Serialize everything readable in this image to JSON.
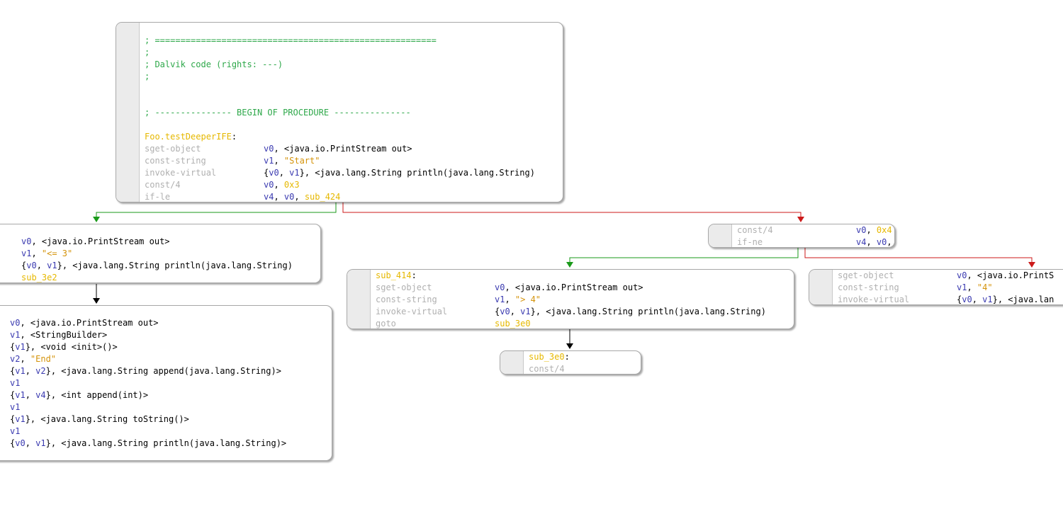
{
  "blocks": {
    "entry": {
      "comment_sep": "; =======================================================",
      "comment_blank1": ";",
      "comment_title": "; Dalvik code (rights: ---)",
      "comment_blank2": ";",
      "comment_begin": "; --------------- BEGIN OF PROCEDURE ---------------",
      "label": "Foo.testDeeperIFE",
      "label_colon": ":",
      "rows": [
        {
          "mnem": "sget-object",
          "ops": [
            {
              "t": "v0",
              "c": "reg"
            },
            {
              "t": ", <java.io.PrintStream out>",
              "c": "plain"
            }
          ]
        },
        {
          "mnem": "const-string",
          "ops": [
            {
              "t": "v1",
              "c": "reg"
            },
            {
              "t": ", ",
              "c": "plain"
            },
            {
              "t": "\"Start\"",
              "c": "str"
            }
          ]
        },
        {
          "mnem": "invoke-virtual",
          "ops": [
            {
              "t": "{",
              "c": "plain"
            },
            {
              "t": "v0",
              "c": "reg"
            },
            {
              "t": ", ",
              "c": "plain"
            },
            {
              "t": "v1",
              "c": "reg"
            },
            {
              "t": "}, <java.lang.String println(java.lang.String)",
              "c": "plain"
            }
          ]
        },
        {
          "mnem": "const/4",
          "ops": [
            {
              "t": "v0",
              "c": "reg"
            },
            {
              "t": ", ",
              "c": "plain"
            },
            {
              "t": "0x3",
              "c": "num"
            }
          ]
        },
        {
          "mnem": "if-le",
          "ops": [
            {
              "t": "v4",
              "c": "reg"
            },
            {
              "t": ", ",
              "c": "plain"
            },
            {
              "t": "v0",
              "c": "reg"
            },
            {
              "t": ", ",
              "c": "plain"
            },
            {
              "t": "sub_424",
              "c": "num"
            }
          ]
        }
      ]
    },
    "left_mid": {
      "rows": [
        [
          {
            "t": "v0",
            "c": "reg"
          },
          {
            "t": ", <java.io.PrintStream out>",
            "c": "plain"
          }
        ],
        [
          {
            "t": "v1",
            "c": "reg"
          },
          {
            "t": ", ",
            "c": "plain"
          },
          {
            "t": "\"<= 3\"",
            "c": "str"
          }
        ],
        [
          {
            "t": "{",
            "c": "plain"
          },
          {
            "t": "v0",
            "c": "reg"
          },
          {
            "t": ", ",
            "c": "plain"
          },
          {
            "t": "v1",
            "c": "reg"
          },
          {
            "t": "}, <java.lang.String println(java.lang.String)",
            "c": "plain"
          }
        ],
        [
          {
            "t": "sub_3e2",
            "c": "num"
          }
        ]
      ]
    },
    "left_bottom": {
      "rows": [
        [
          {
            "t": "v0",
            "c": "reg"
          },
          {
            "t": ", <java.io.PrintStream out>",
            "c": "plain"
          }
        ],
        [
          {
            "t": "v1",
            "c": "reg"
          },
          {
            "t": ", <StringBuilder>",
            "c": "plain"
          }
        ],
        [
          {
            "t": "{",
            "c": "plain"
          },
          {
            "t": "v1",
            "c": "reg"
          },
          {
            "t": "}, <void <init>()>",
            "c": "plain"
          }
        ],
        [
          {
            "t": "v2",
            "c": "reg"
          },
          {
            "t": ", ",
            "c": "plain"
          },
          {
            "t": "\"End\"",
            "c": "str"
          }
        ],
        [
          {
            "t": "{",
            "c": "plain"
          },
          {
            "t": "v1",
            "c": "reg"
          },
          {
            "t": ", ",
            "c": "plain"
          },
          {
            "t": "v2",
            "c": "reg"
          },
          {
            "t": "}, <java.lang.String append(java.lang.String)>",
            "c": "plain"
          }
        ],
        [
          {
            "t": "v1",
            "c": "reg"
          }
        ],
        [
          {
            "t": "{",
            "c": "plain"
          },
          {
            "t": "v1",
            "c": "reg"
          },
          {
            "t": ", ",
            "c": "plain"
          },
          {
            "t": "v4",
            "c": "reg"
          },
          {
            "t": "}, <int append(int)>",
            "c": "plain"
          }
        ],
        [
          {
            "t": "v1",
            "c": "reg"
          }
        ],
        [
          {
            "t": "{",
            "c": "plain"
          },
          {
            "t": "v1",
            "c": "reg"
          },
          {
            "t": "}, <java.lang.String toString()>",
            "c": "plain"
          }
        ],
        [
          {
            "t": "v1",
            "c": "reg"
          }
        ],
        [
          {
            "t": "{",
            "c": "plain"
          },
          {
            "t": "v0",
            "c": "reg"
          },
          {
            "t": ", ",
            "c": "plain"
          },
          {
            "t": "v1",
            "c": "reg"
          },
          {
            "t": "}, <java.lang.String println(java.lang.String)>",
            "c": "plain"
          }
        ]
      ]
    },
    "right_small": {
      "rows": [
        {
          "mnem": "const/4",
          "ops": [
            {
              "t": "v0",
              "c": "reg"
            },
            {
              "t": ", ",
              "c": "plain"
            },
            {
              "t": "0x4",
              "c": "num"
            }
          ]
        },
        {
          "mnem": "if-ne",
          "ops": [
            {
              "t": "v4",
              "c": "reg"
            },
            {
              "t": ", ",
              "c": "plain"
            },
            {
              "t": "v0",
              "c": "reg"
            },
            {
              "t": ",",
              "c": "plain"
            }
          ]
        }
      ]
    },
    "sub_414": {
      "label": "sub_414",
      "label_colon": ":",
      "rows": [
        {
          "mnem": "sget-object",
          "ops": [
            {
              "t": "v0",
              "c": "reg"
            },
            {
              "t": ", <java.io.PrintStream out>",
              "c": "plain"
            }
          ]
        },
        {
          "mnem": "const-string",
          "ops": [
            {
              "t": "v1",
              "c": "reg"
            },
            {
              "t": ", ",
              "c": "plain"
            },
            {
              "t": "\"> 4\"",
              "c": "str"
            }
          ]
        },
        {
          "mnem": "invoke-virtual",
          "ops": [
            {
              "t": "{",
              "c": "plain"
            },
            {
              "t": "v0",
              "c": "reg"
            },
            {
              "t": ", ",
              "c": "plain"
            },
            {
              "t": "v1",
              "c": "reg"
            },
            {
              "t": "}, <java.lang.String println(java.lang.String)",
              "c": "plain"
            }
          ]
        },
        {
          "mnem": "goto",
          "ops": [
            {
              "t": "sub_3e0",
              "c": "num"
            }
          ]
        }
      ]
    },
    "far_right": {
      "rows": [
        {
          "mnem": "sget-object",
          "ops": [
            {
              "t": "v0",
              "c": "reg"
            },
            {
              "t": ", <java.io.PrintS",
              "c": "plain"
            }
          ]
        },
        {
          "mnem": "const-string",
          "ops": [
            {
              "t": "v1",
              "c": "reg"
            },
            {
              "t": ", ",
              "c": "plain"
            },
            {
              "t": "\"4\"",
              "c": "str"
            }
          ]
        },
        {
          "mnem": "invoke-virtual",
          "ops": [
            {
              "t": "{",
              "c": "plain"
            },
            {
              "t": "v0",
              "c": "reg"
            },
            {
              "t": ", ",
              "c": "plain"
            },
            {
              "t": "v1",
              "c": "reg"
            },
            {
              "t": "}, <java.lan",
              "c": "plain"
            }
          ]
        }
      ]
    },
    "sub_3e0": {
      "label": "sub_3e0",
      "label_colon": ":",
      "rows": [
        {
          "mnem": "const/4",
          "ops": []
        }
      ]
    }
  },
  "colors": {
    "edge_true": "#1a9a1a",
    "edge_false": "#cc1a1a",
    "edge_uncond": "#000000"
  }
}
